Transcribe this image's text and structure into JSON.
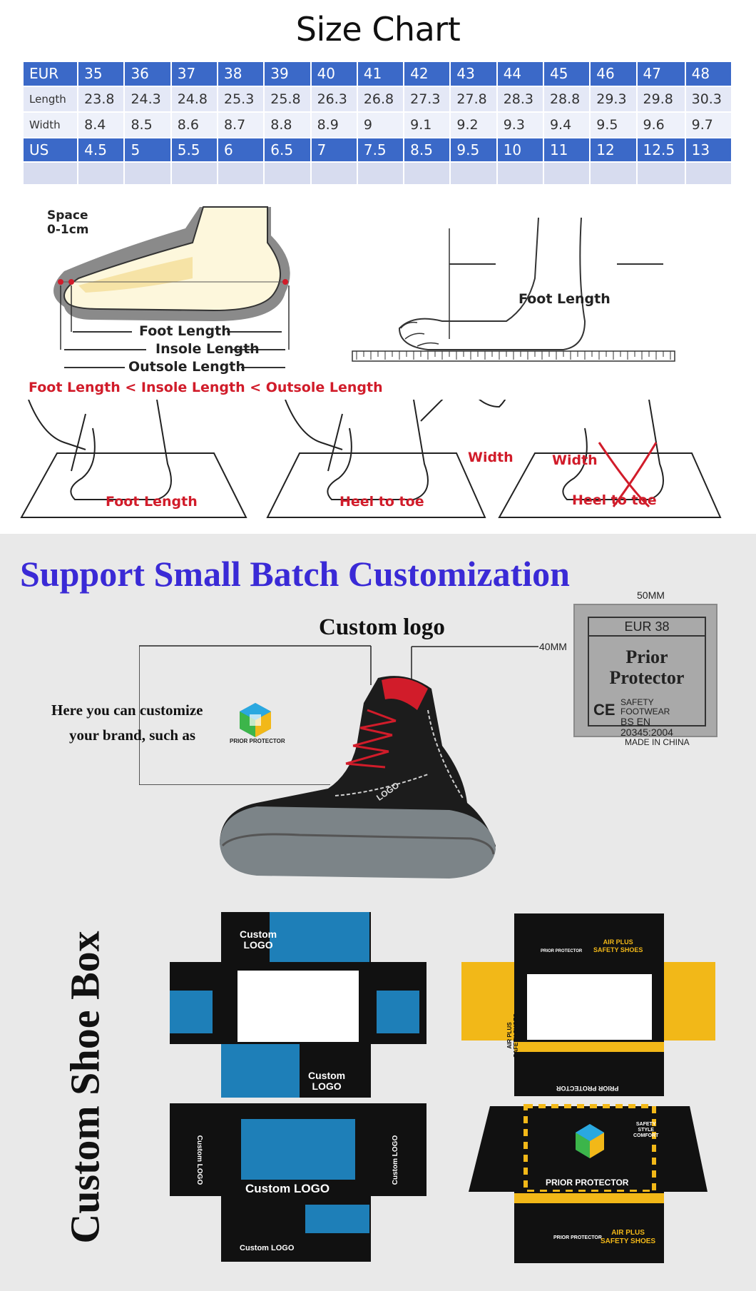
{
  "size_chart": {
    "title": "Size Chart",
    "header_label": "EUR",
    "eur": [
      "35",
      "36",
      "37",
      "38",
      "39",
      "40",
      "41",
      "42",
      "43",
      "44",
      "45",
      "46",
      "47",
      "48"
    ],
    "length_label": "Length",
    "length": [
      "23.8",
      "24.3",
      "24.8",
      "25.3",
      "25.8",
      "26.3",
      "26.8",
      "27.3",
      "27.8",
      "28.3",
      "28.8",
      "29.3",
      "29.8",
      "30.3"
    ],
    "width_label": "Width",
    "width": [
      "8.4",
      "8.5",
      "8.6",
      "8.7",
      "8.8",
      "8.9",
      "9",
      "9.1",
      "9.2",
      "9.3",
      "9.4",
      "9.5",
      "9.6",
      "9.7"
    ],
    "us_label": "US",
    "us": [
      "4.5",
      "5",
      "5.5",
      "6",
      "6.5",
      "7",
      "7.5",
      "8.5",
      "9.5",
      "10",
      "11",
      "12",
      "12.5",
      "13"
    ]
  },
  "measure": {
    "space_label": "Space\n0-1cm",
    "foot_length": "Foot Length",
    "insole_length": "Insole Length",
    "outsole_length": "Outsole Length",
    "foot_length_right": "Foot Length",
    "comparison": "Foot Length < Insole Length < Outsole Length",
    "step1": "Foot Length",
    "step2": "Heel to toe",
    "step3_width": "Width",
    "step4_width": "Width",
    "step4_heel": "Heel to toe"
  },
  "custom": {
    "headline": "Support Small Batch Customization",
    "custom_logo": "Custom logo",
    "dim_50": "50MM",
    "dim_40": "40MM",
    "side_text_1": "Here you can customize",
    "side_text_2": "your brand, such as",
    "brand_small": "PRIOR PROTECTOR",
    "shoe_logo": "LOGO",
    "label_eur": "EUR 38",
    "label_brand_1": "Prior",
    "label_brand_2": "Protector",
    "label_ce": "CE",
    "label_line1": "SAFETY FOOTWEAR",
    "label_line2": "BS EN 20345:2004",
    "label_line3": "MADE IN CHINA"
  },
  "shoe_box": {
    "vertical_title": "Custom Shoe Box",
    "left_top": "Custom\nLOGO",
    "left_mid": "Custom\nLOGO",
    "left_main": "Custom LOGO",
    "left_side_l": "Custom LOGO",
    "left_side_r": "Custom LOGO",
    "left_bottom": "Custom LOGO",
    "right_top_brand": "PRIOR PROTECTOR",
    "right_top_air": "AIR PLUS\nSAFETY SHOES",
    "right_mid_flip": "PRIOR PROTECTOR",
    "right_main": "PRIOR PROTECTOR",
    "right_side_air": "AIR PLUS\nSAFETY SHOES",
    "right_bottom_brand": "PRIOR PROTECTOR",
    "right_bottom_air": "AIR PLUS\nSAFETY SHOES",
    "more_safety": "SAFETY\nSTYLE\nCOMFORT"
  },
  "colors": {
    "table_header": "#3b69c8",
    "headline": "#3a2ad6",
    "measure_red": "#d11c2a",
    "box_black": "#111111",
    "box_yellow": "#f2b818",
    "box_blue": "#1e7fb8"
  }
}
